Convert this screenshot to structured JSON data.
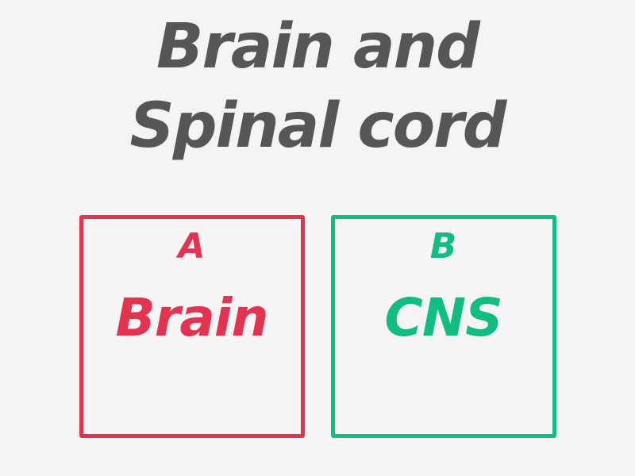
{
  "page": {
    "background_color": "#f5f3f4"
  },
  "title": {
    "text": "Brain and Spinal cord",
    "lines": [
      "Brain and",
      "Spinal cord"
    ],
    "color": "#585558"
  },
  "options": [
    {
      "label": "A",
      "text": "Brain",
      "color": "#e23350"
    },
    {
      "label": "B",
      "text": "CNS",
      "color": "#12bd80"
    }
  ]
}
